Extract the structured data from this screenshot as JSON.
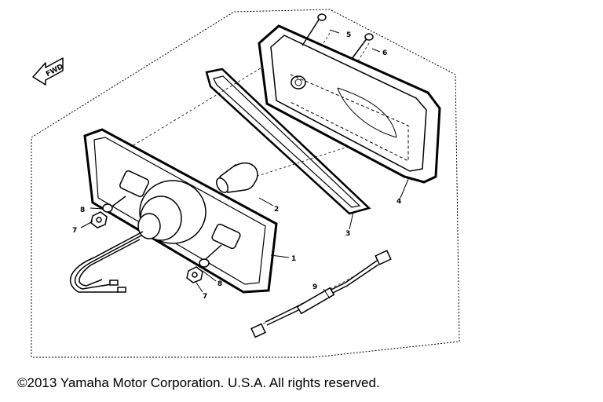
{
  "diagram": {
    "direction_marker": "FWD",
    "callouts": [
      {
        "id": "c1",
        "label": "1"
      },
      {
        "id": "c2",
        "label": "2"
      },
      {
        "id": "c3",
        "label": "3"
      },
      {
        "id": "c4",
        "label": "4"
      },
      {
        "id": "c5",
        "label": "5"
      },
      {
        "id": "c6",
        "label": "6"
      },
      {
        "id": "c7a",
        "label": "7"
      },
      {
        "id": "c7b",
        "label": "7"
      },
      {
        "id": "c8a",
        "label": "8"
      },
      {
        "id": "c8b",
        "label": "8"
      },
      {
        "id": "c9",
        "label": "9"
      }
    ]
  },
  "footer": {
    "copyright": "©2013 Yamaha Motor Corporation. U.S.A. All rights reserved."
  }
}
